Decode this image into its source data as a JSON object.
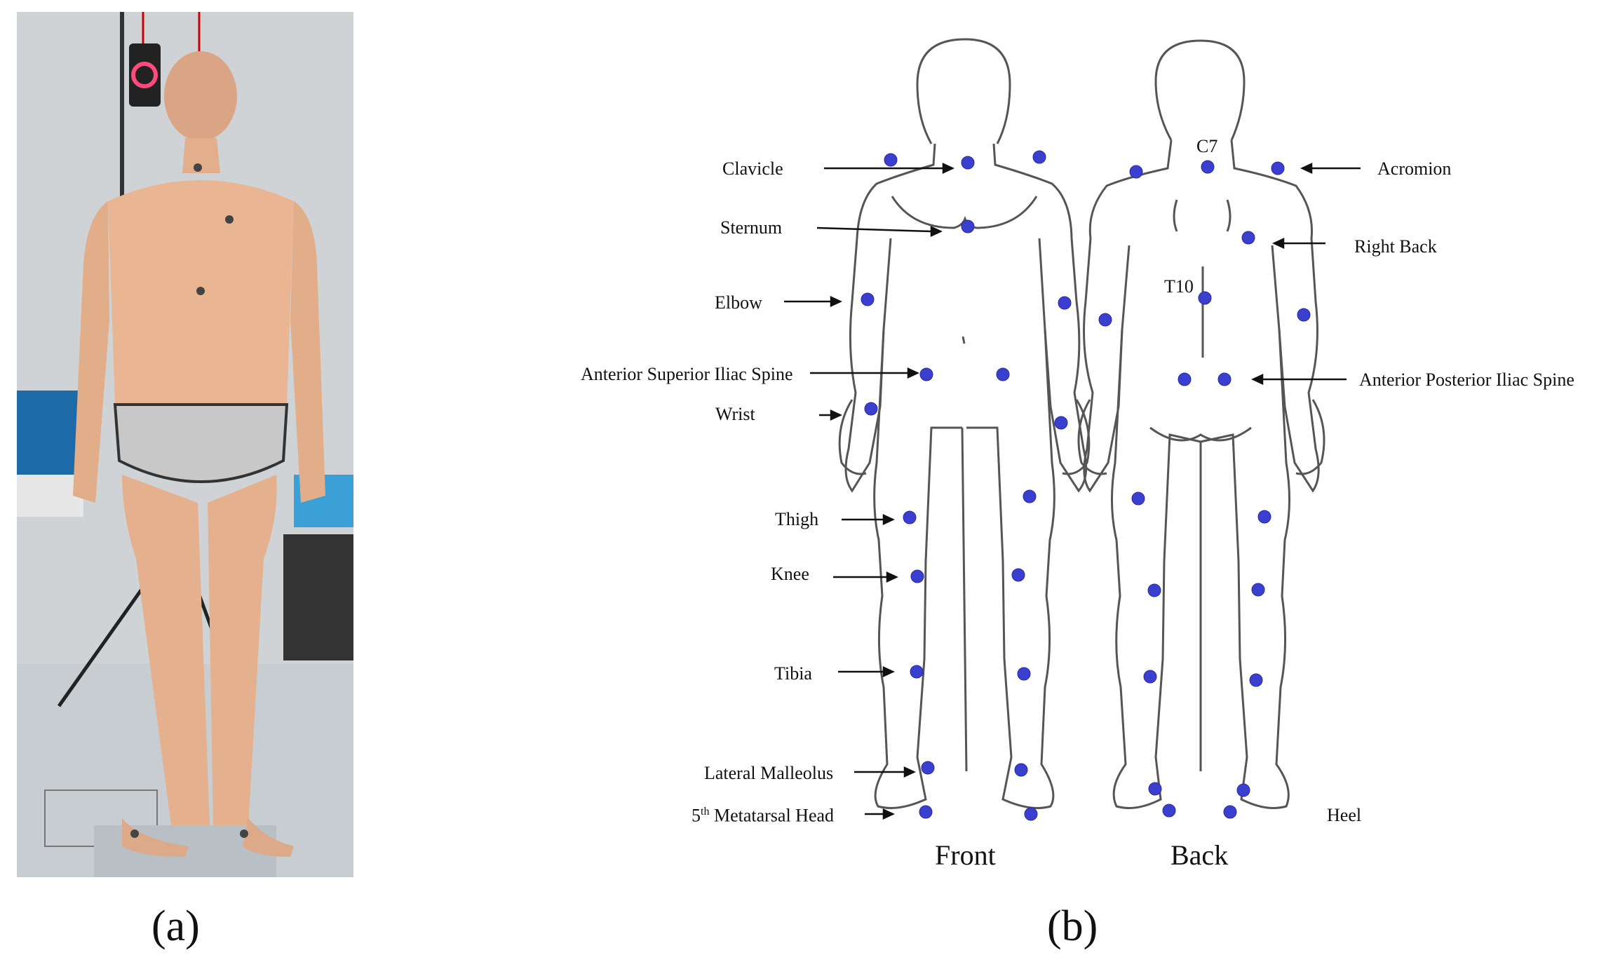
{
  "panels": {
    "a_caption": "(a)",
    "b_caption": "(b)"
  },
  "views": {
    "front": "Front",
    "back": "Back"
  },
  "front_labels": {
    "clavicle": "Clavicle",
    "sternum": "Sternum",
    "elbow": "Elbow",
    "asis": "Anterior  Superior  Iliac  Spine",
    "wrist": "Wrist",
    "thigh": "Thigh",
    "knee": "Knee",
    "tibia": "Tibia",
    "lateral_malleolus": "Lateral  Malleolus",
    "fifth_meta_number": "5",
    "fifth_meta_sup": "th",
    "fifth_meta_rest": " Metatarsal  Head"
  },
  "back_labels": {
    "c7": "C7",
    "t10": "T10",
    "acromion": "Acromion",
    "right_back": "Right  Back",
    "apis": "Anterior  Posterior  Iliac  Spine",
    "heel": "Heel"
  },
  "colors": {
    "marker": "#3a3fd0",
    "outline": "#555555",
    "photo_wall": "#cfd3d6",
    "skin": "#e9b592",
    "underwear": "#c8c8c8"
  }
}
